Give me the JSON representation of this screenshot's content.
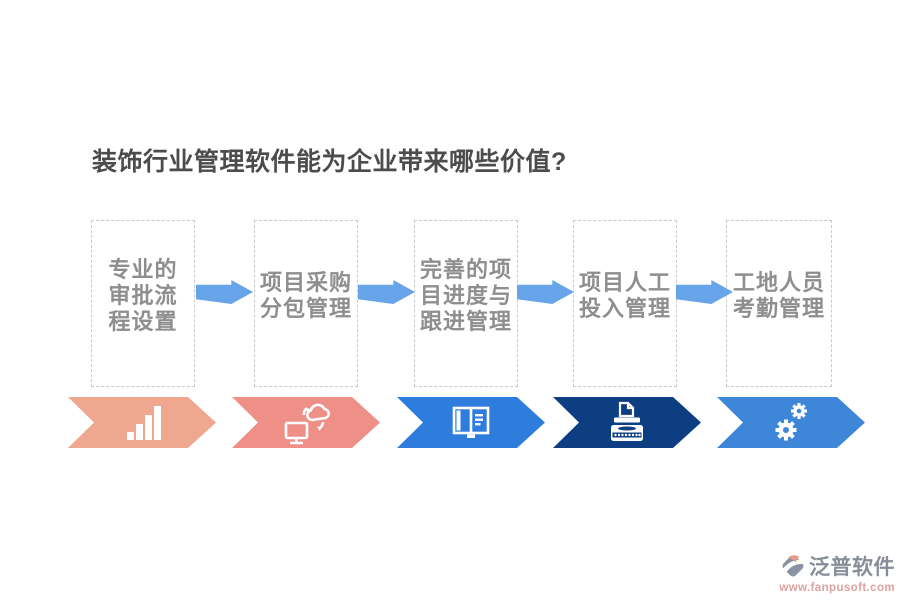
{
  "title": "装饰行业管理软件能为企业带来哪些价值?",
  "steps": [
    {
      "label": "专业的\n审批流\n程设置",
      "icon": "bar-chart-icon",
      "banner_color": "#f0a78f"
    },
    {
      "label": "项目采购\n分包管理",
      "icon": "computer-cloud-sync-icon",
      "banner_color": "#ee8f88"
    },
    {
      "label": "完善的项\n目进度与\n跟进管理",
      "icon": "open-book-icon",
      "banner_color": "#2e7ddd"
    },
    {
      "label": "项目人工\n投入管理",
      "icon": "typewriter-icon",
      "banner_color": "#0e3e82"
    },
    {
      "label": "工地人员\n考勤管理",
      "icon": "gears-icon",
      "banner_color": "#3e86d8"
    }
  ],
  "arrow": {
    "color": "#68a4e9"
  },
  "colors": {
    "title_text": "#4c4c4c",
    "box_text": "#8e8e8e",
    "box_border": "#c9c9c9",
    "icon": "#ffffff"
  },
  "logo": {
    "name": "泛普软件",
    "url": "www.fanpusoft.com",
    "mark_gray": "#8a93a4",
    "mark_accent": "#e59a90"
  }
}
